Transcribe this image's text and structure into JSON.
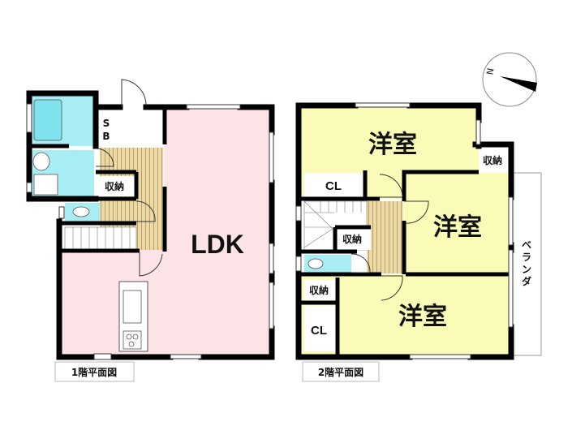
{
  "floor1": {
    "caption": "1階平面図",
    "ldk": "LDK",
    "storage": "収納",
    "sb_top": "S",
    "sb_bottom": "B"
  },
  "floor2": {
    "caption": "2階平面図",
    "room_top": "洋室",
    "room_middle": "洋室",
    "room_bottom": "洋室",
    "closet_top": "CL",
    "closet_bottom": "CL",
    "storage_top_right": "収納",
    "storage_middle": "収納",
    "storage_bottom_left": "収納",
    "veranda": [
      "ベ",
      "ラ",
      "ン",
      "ダ"
    ]
  },
  "compass": {
    "label": "N"
  },
  "colors": {
    "ldk": "#fbe3e6",
    "bath": "#a8ecf4",
    "room": "#fbfbb8",
    "wood": "#e8d49c",
    "wall": "#000000"
  }
}
